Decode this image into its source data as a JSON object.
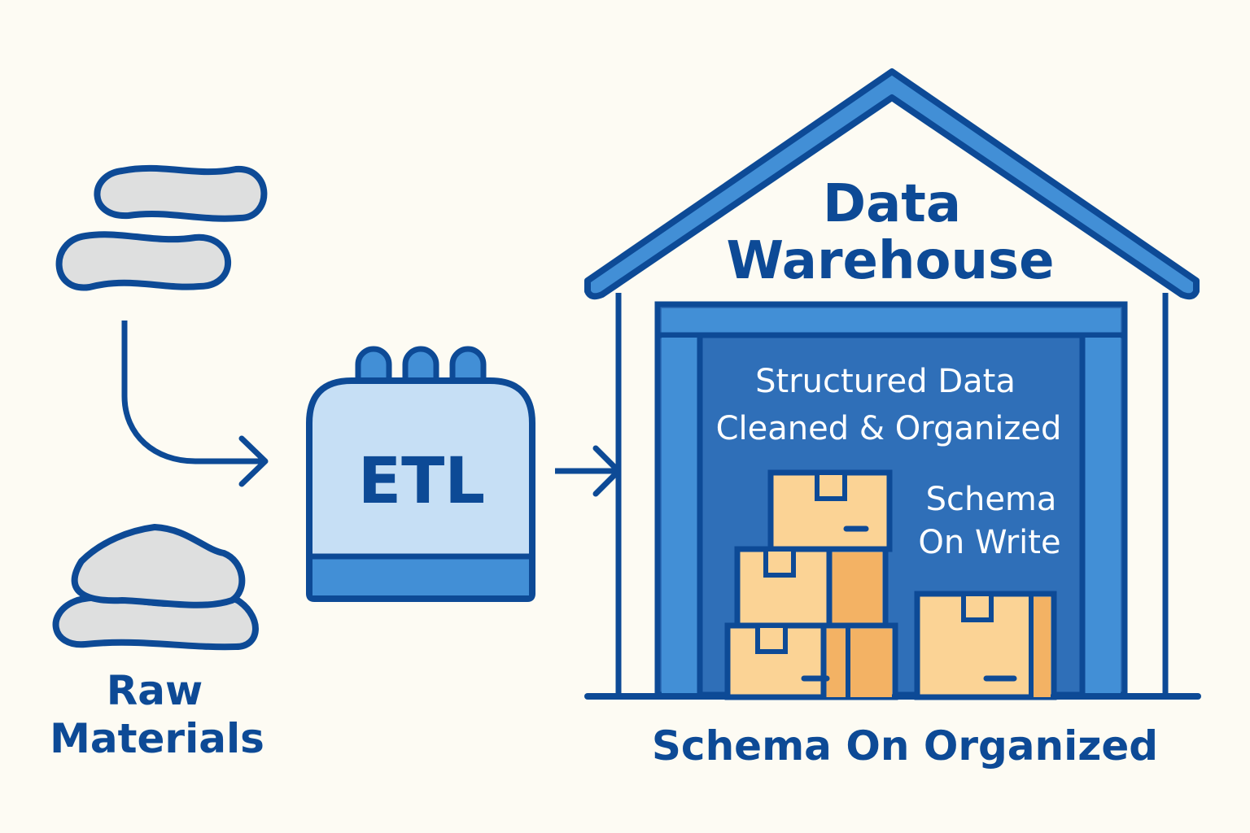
{
  "colors": {
    "background": "#fdfbf3",
    "outline": "#0d4a96",
    "accent_blue": "#428fd6",
    "door_blue": "#2f6fb8",
    "etl_fill": "#c6dff5",
    "raw_fill": "#dedfdf",
    "box_fill": "#fbd395",
    "box_side": "#f3b264"
  },
  "raw_materials": {
    "label_line1": "Raw",
    "label_line2": "Materials"
  },
  "etl": {
    "label": "ETL"
  },
  "warehouse": {
    "title_line1": "Data",
    "title_line2": "Warehouse",
    "door_text_line1": "Structured Data",
    "door_text_line2": "Cleaned & Organized",
    "schema_line1": "Schema",
    "schema_line2": "On Write",
    "caption": "Schema On Organized"
  }
}
